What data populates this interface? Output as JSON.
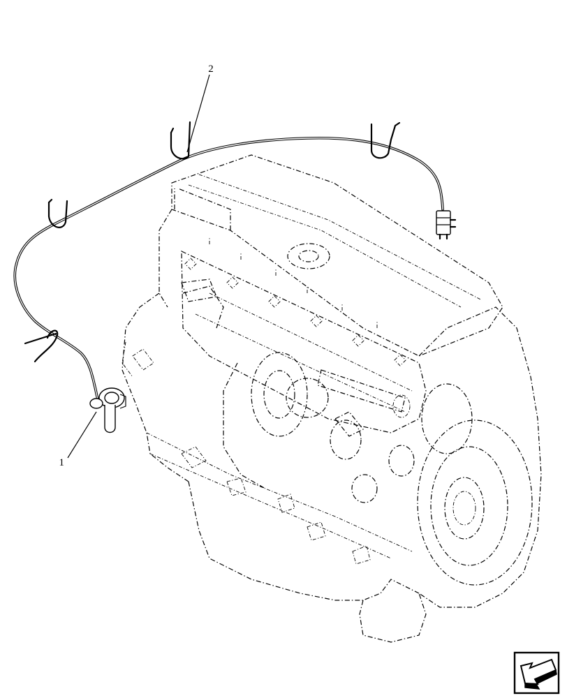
{
  "callouts": [
    {
      "id": "1",
      "label": "1"
    },
    {
      "id": "2",
      "label": "2"
    }
  ],
  "nav_icon": {
    "name": "arrow-bottom-left-icon"
  },
  "colors": {
    "line": "#000000",
    "background": "#ffffff"
  }
}
